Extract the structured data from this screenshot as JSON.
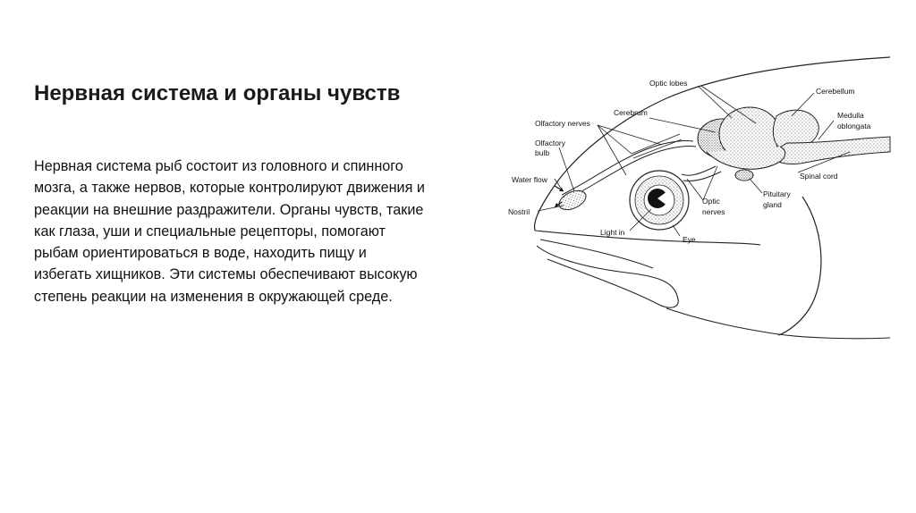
{
  "slide": {
    "title": "Нервная система и органы чувств",
    "body": "Нервная система рыб состоит из головного и спинного мозга, а также нервов, которые контролируют движения и реакции на внешние раздражители. Органы чувств, такие как глаза, уши и специальные рецепторы, помогают рыбам ориентироваться в воде, находить пищу и избегать хищников. Эти системы обеспечивают высокую степень реакции на изменения в окружающей среде."
  },
  "diagram": {
    "labels": {
      "optic_lobes": "Optic lobes",
      "cerebellum": "Cerebellum",
      "cerebrum": "Cerebrum",
      "medulla": "Medulla",
      "oblongata": "oblongata",
      "olfactory_nerves": "Olfactory nerves",
      "olfactory": "Olfactory",
      "bulb": "bulb",
      "water_flow": "Water flow",
      "nostril": "Nostril",
      "spinal_cord": "Spinal cord",
      "optic": "Optic",
      "nerves": "nerves",
      "pituitary": "Pituitary",
      "gland": "gland",
      "light_in": "Light in",
      "eye": "Eye"
    }
  }
}
